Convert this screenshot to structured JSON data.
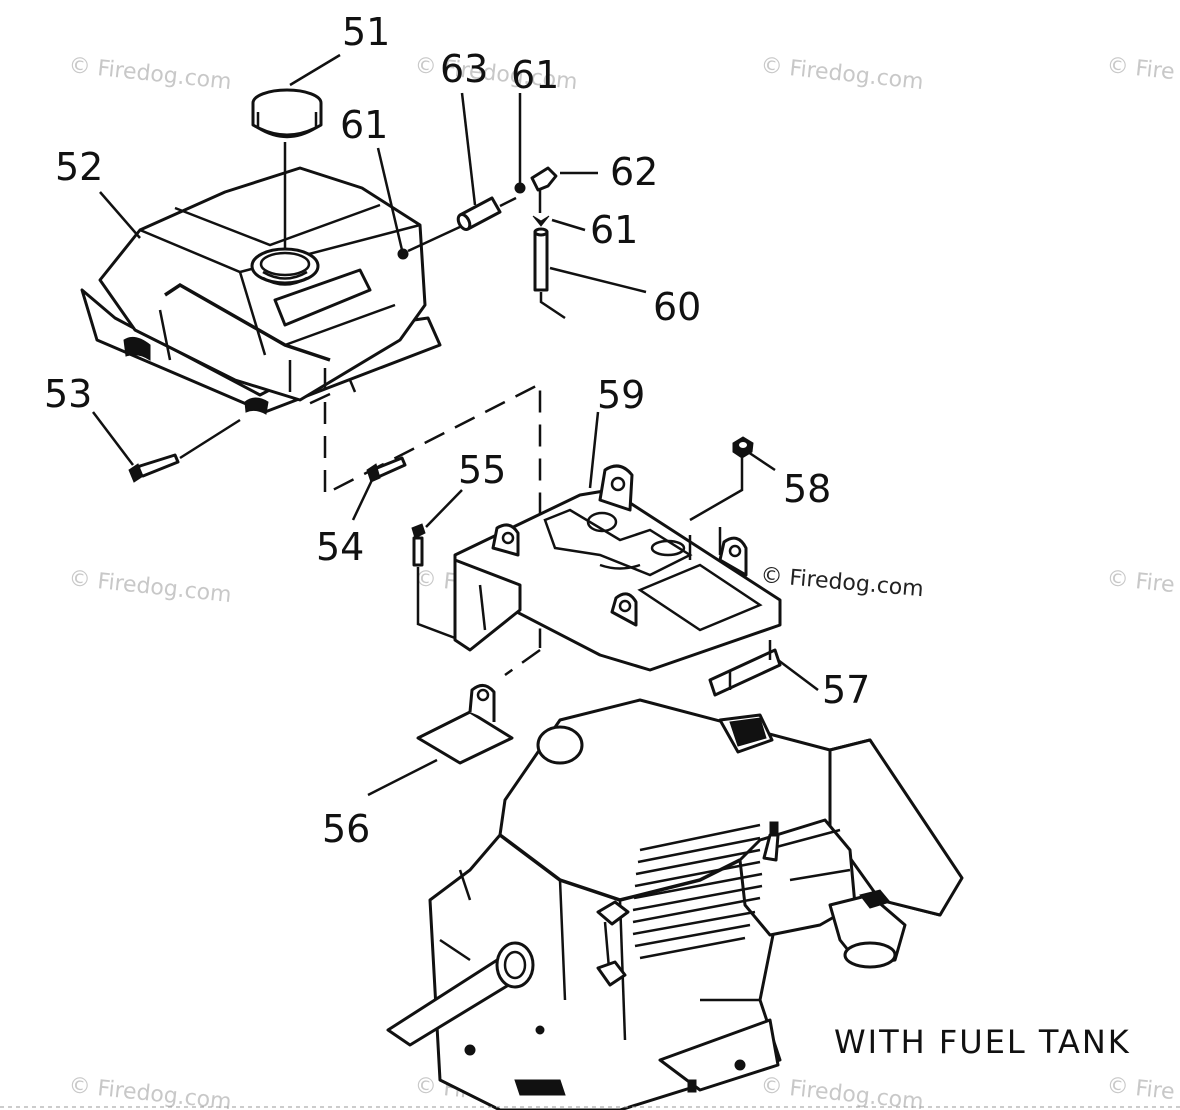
{
  "callouts": {
    "c51": "51",
    "c52": "52",
    "c53": "53",
    "c54": "54",
    "c55": "55",
    "c56": "56",
    "c57": "57",
    "c58": "58",
    "c59": "59",
    "c60": "60",
    "c61a": "61",
    "c61b": "61",
    "c61c": "61",
    "c62": "62",
    "c63": "63"
  },
  "caption": "WITH FUEL TANK",
  "watermarks": {
    "text": "© Firedog.com",
    "partial": "© Fire"
  },
  "colors": {
    "ink": "#111111",
    "watermark": "#c8c8c8",
    "background": "#ffffff"
  }
}
